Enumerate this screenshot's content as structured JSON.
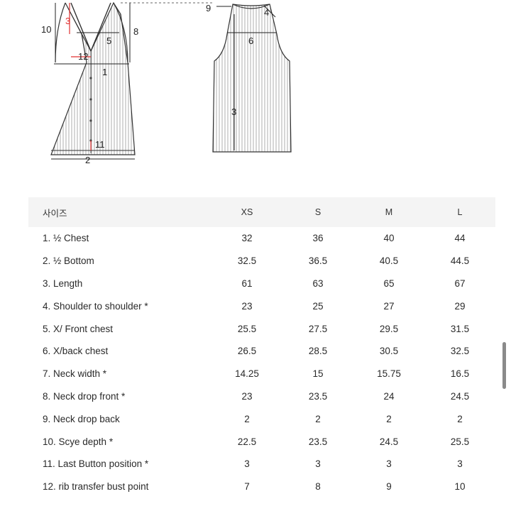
{
  "diagram": {
    "front_labels": {
      "n1": "1",
      "n2": "2",
      "n3": "3",
      "n5": "5",
      "n8": "8",
      "n10": "10",
      "n11": "11",
      "n12": "12"
    },
    "back_labels": {
      "n3": "3",
      "n4": "4",
      "n6": "6",
      "n9": "9"
    }
  },
  "table": {
    "header": {
      "label": "사이즈",
      "sizes": [
        "XS",
        "S",
        "M",
        "L"
      ]
    },
    "rows": [
      {
        "label": "1. ½ Chest",
        "values": [
          "32",
          "36",
          "40",
          "44"
        ]
      },
      {
        "label": "2. ½ Bottom",
        "values": [
          "32.5",
          "36.5",
          "40.5",
          "44.5"
        ]
      },
      {
        "label": "3. Length",
        "values": [
          "61",
          "63",
          "65",
          "67"
        ]
      },
      {
        "label": "4. Shoulder to shoulder *",
        "values": [
          "23",
          "25",
          "27",
          "29"
        ]
      },
      {
        "label": "5. X/ Front chest",
        "values": [
          "25.5",
          "27.5",
          "29.5",
          "31.5"
        ]
      },
      {
        "label": "6. X/back chest",
        "values": [
          "26.5",
          "28.5",
          "30.5",
          "32.5"
        ]
      },
      {
        "label": "7. Neck width *",
        "values": [
          "14.25",
          "15",
          "15.75",
          "16.5"
        ]
      },
      {
        "label": "8. Neck drop front *",
        "values": [
          "23",
          "23.5",
          "24",
          "24.5"
        ]
      },
      {
        "label": "9. Neck drop back",
        "values": [
          "2",
          "2",
          "2",
          "2"
        ]
      },
      {
        "label": "10. Scye depth *",
        "values": [
          "22.5",
          "23.5",
          "24.5",
          "25.5"
        ]
      },
      {
        "label": "11. Last Button position *",
        "values": [
          "3",
          "3",
          "3",
          "3"
        ]
      },
      {
        "label": "12. rib transfer bust point",
        "values": [
          "7",
          "8",
          "9",
          "10"
        ]
      }
    ]
  },
  "colors": {
    "marker": "#e03030",
    "header_bg": "#f4f4f4",
    "scrollbar": "#8a8a8a"
  }
}
